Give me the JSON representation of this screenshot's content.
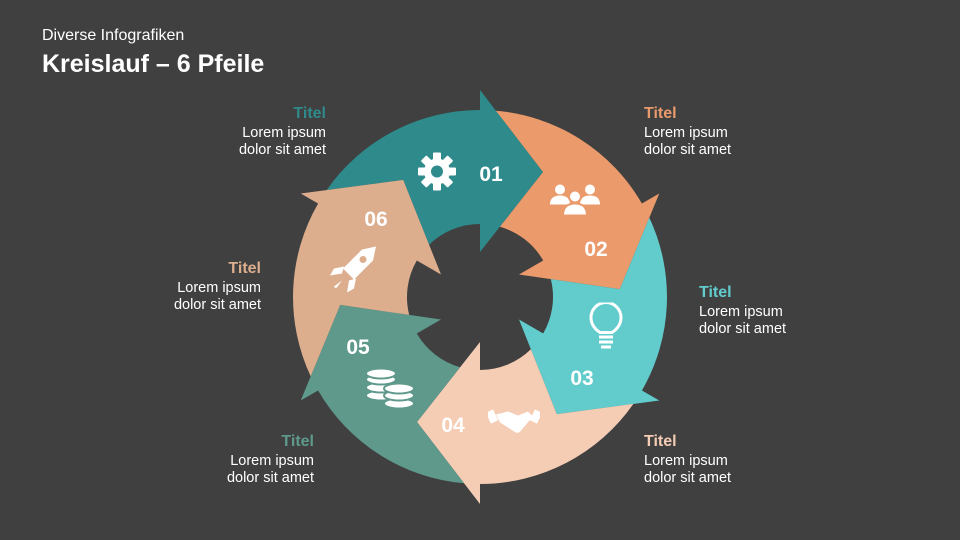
{
  "header": {
    "subtitle": "Diverse Infografiken",
    "title": "Kreislauf – 6 Pfeile"
  },
  "segments": [
    {
      "number": "01",
      "icon": "gear-icon",
      "color": "#2e8a8b"
    },
    {
      "number": "02",
      "icon": "people-icon",
      "color": "#ea9a6b"
    },
    {
      "number": "03",
      "icon": "lightbulb-icon",
      "color": "#62cccc"
    },
    {
      "number": "04",
      "icon": "handshake-icon",
      "color": "#f5ccb4"
    },
    {
      "number": "05",
      "icon": "coins-icon",
      "color": "#5e998b"
    },
    {
      "number": "06",
      "icon": "rocket-icon",
      "color": "#dcae8e"
    }
  ],
  "blocks": [
    {
      "title": "Titel",
      "line1": "Lorem ipsum",
      "line2": "dolor sit amet"
    },
    {
      "title": "Titel",
      "line1": "Lorem ipsum",
      "line2": "dolor sit amet"
    },
    {
      "title": "Titel",
      "line1": "Lorem ipsum",
      "line2": "dolor sit amet"
    },
    {
      "title": "Titel",
      "line1": "Lorem ipsum",
      "line2": "dolor sit amet"
    },
    {
      "title": "Titel",
      "line1": "Lorem ipsum",
      "line2": "dolor sit amet"
    },
    {
      "title": "Titel",
      "line1": "Lorem ipsum",
      "line2": "dolor sit amet"
    }
  ]
}
